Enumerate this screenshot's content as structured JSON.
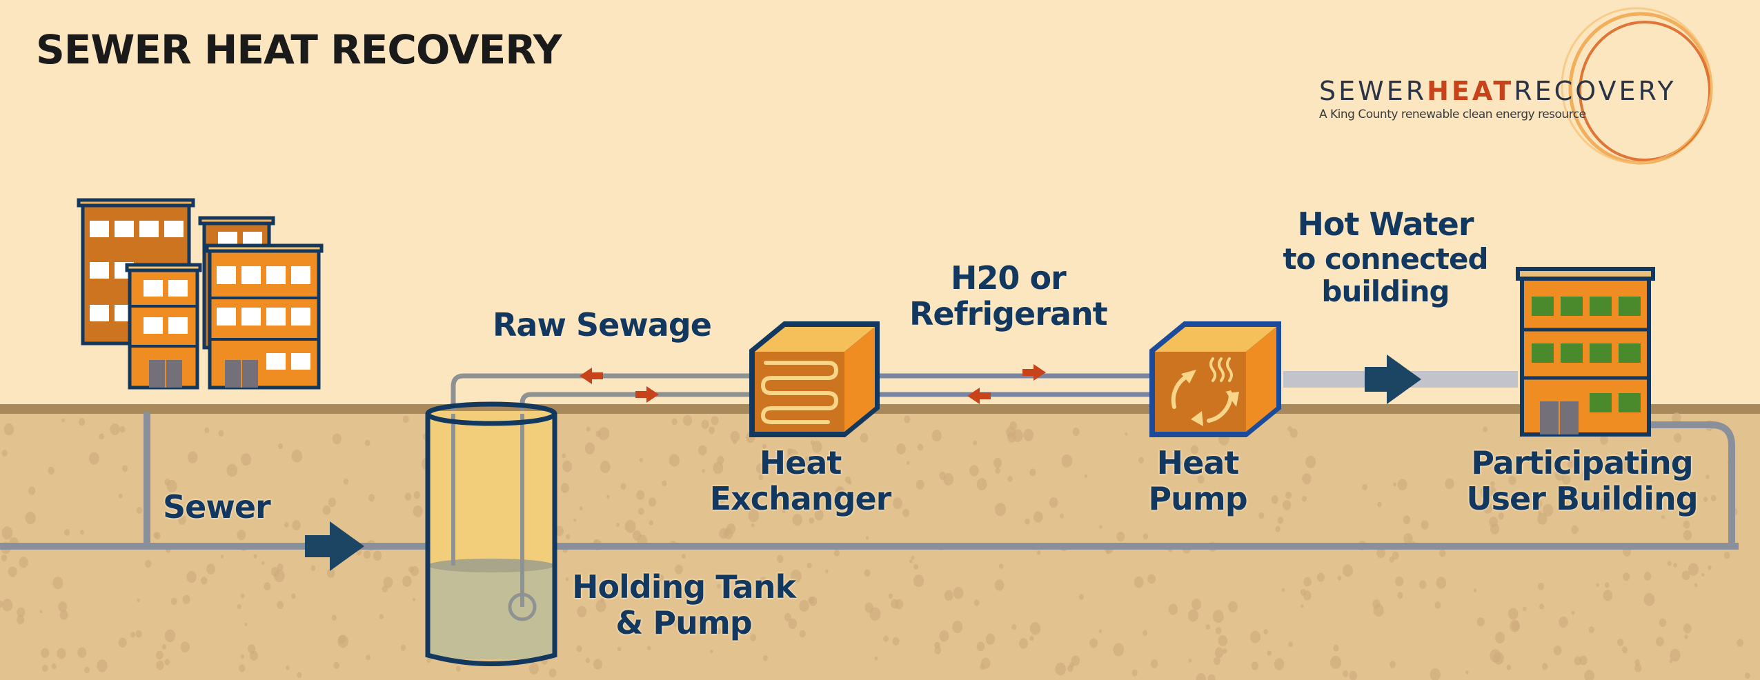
{
  "title": "SEWER HEAT RECOVERY",
  "logo": {
    "word_part1": "SEWER",
    "word_part2": "HEAT",
    "word_part3": "RECOVERY",
    "tagline": "A King County renewable clean energy resource"
  },
  "labels": {
    "raw_sewage": "Raw Sewage",
    "h2o_line1": "H20 or",
    "h2o_line2": "Refrigerant",
    "hot_water_line1": "Hot Water",
    "hot_water_line2": "to connected",
    "hot_water_line3": "building",
    "heat_exchanger_line1": "Heat",
    "heat_exchanger_line2": "Exchanger",
    "heat_pump_line1": "Heat",
    "heat_pump_line2": "Pump",
    "participating_line1": "Participating",
    "participating_line2": "User Building",
    "sewer": "Sewer",
    "holding_tank_line1": "Holding Tank",
    "holding_tank_line2": "& Pump"
  },
  "colors": {
    "sky": "#fbe6c0",
    "ground": "#e2c28f",
    "ground_edge": "#a8895c",
    "navy": "#12385f",
    "building_orange": "#ef8c22",
    "building_dark_orange": "#cc7420",
    "pipe_gray": "#8a8f9c",
    "hot_water_pipe": "#c3c3cc",
    "arrow_red": "#c8421a",
    "window_green": "#4a8a2c",
    "tank_liquid": "#c2bf98",
    "tank_fill": "#f2cd7a"
  }
}
